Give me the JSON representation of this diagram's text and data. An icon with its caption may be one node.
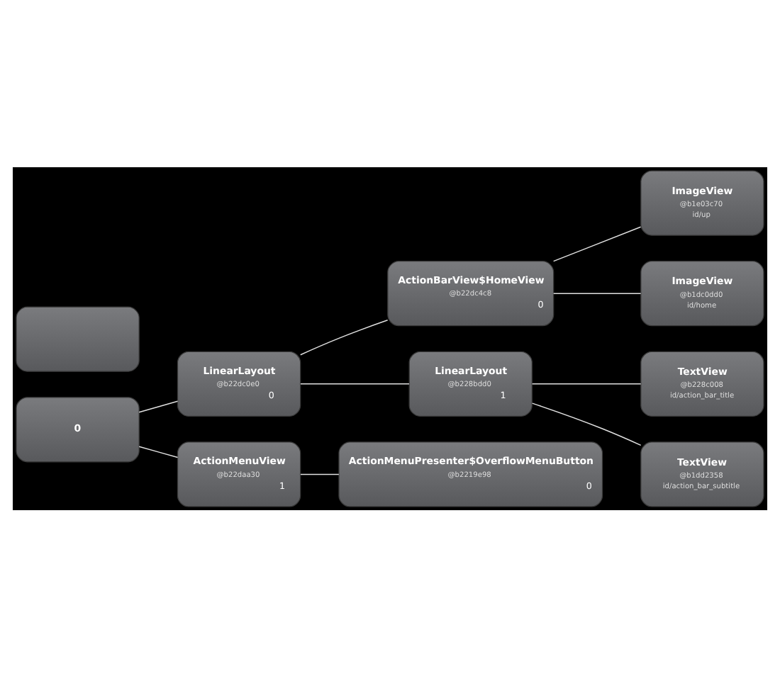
{
  "diagram": {
    "nodes": [
      {
        "text": [
          "0"
        ]
      },
      {
        "text": [
          "LinearLayout",
          "@b22dc0e0",
          "0"
        ]
      },
      {
        "text": [
          "ActionBarView$HomeView",
          "@b22dc4c8",
          "0"
        ]
      },
      {
        "text": [
          "ImageView",
          "@b1e03c70",
          "id/up"
        ]
      },
      {
        "text": [
          "ImageView",
          "@b1dc0dd0",
          "id/home"
        ]
      },
      {
        "text": [
          "LinearLayout",
          "@b228bdd0",
          "1"
        ]
      },
      {
        "text": [
          "TextView",
          "@b228c008",
          "id/action_bar_title"
        ]
      },
      {
        "text": [
          "TextView",
          "@b1dd2358",
          "id/action_bar_subtitle"
        ]
      },
      {
        "text": [
          "ActionMenuView",
          "@b22daa30",
          "1"
        ]
      },
      {
        "text": [
          "ActionMenuPresenter$OverflowMenuButton",
          "@b2219e98",
          "0"
        ]
      },
      {
        "text": [],
        "shape": "box"
      }
    ],
    "edges": [
      {
        "from": 0,
        "to": 1,
        "arrow": "none"
      },
      {
        "from": 1,
        "to": 2,
        "arrow": "none"
      },
      {
        "from": 2,
        "to": 3,
        "arrow": "none"
      },
      {
        "from": 2,
        "to": 4,
        "arrow": "none"
      },
      {
        "from": 1,
        "to": 5,
        "arrow": "none"
      },
      {
        "from": 5,
        "to": 6,
        "arrow": "none"
      },
      {
        "from": 5,
        "to": 7,
        "arrow": "none"
      },
      {
        "from": 0,
        "to": 8,
        "arrow": "none"
      },
      {
        "from": 8,
        "to": 9,
        "arrow": "none"
      }
    ]
  }
}
